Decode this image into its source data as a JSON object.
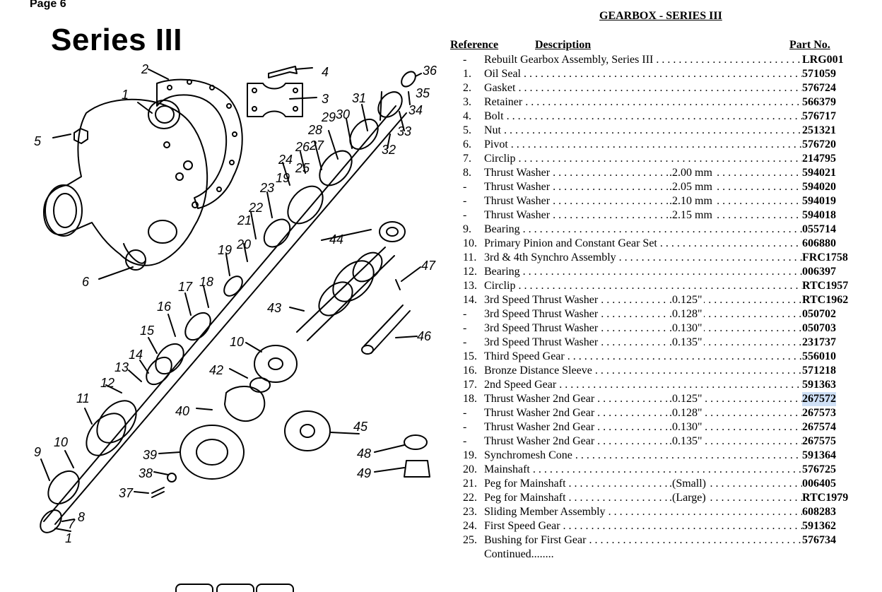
{
  "page_label": "Page 6",
  "diagram_heading": "Series III",
  "document": {
    "title": "GEARBOX - SERIES III",
    "columns": {
      "reference": "Reference",
      "description": "Description",
      "part_no": "Part No."
    }
  },
  "diagram_labels": [
    "1",
    "2",
    "3",
    "4",
    "5",
    "6",
    "7",
    "8",
    "9",
    "10",
    "11",
    "12",
    "13",
    "14",
    "15",
    "16",
    "17",
    "18",
    "19",
    "20",
    "21",
    "22",
    "23",
    "24",
    "25",
    "26",
    "27",
    "28",
    "29",
    "30",
    "31",
    "32",
    "33",
    "34",
    "35",
    "36",
    "37",
    "38",
    "39",
    "40",
    "42",
    "43",
    "44",
    "45",
    "46",
    "47",
    "48",
    "49",
    "10",
    "19",
    "1"
  ],
  "parts": [
    {
      "ref": "-",
      "desc": "Rebuilt Gearbox Assembly, Series III",
      "size": "",
      "pn": "LRG001"
    },
    {
      "ref": "1.",
      "desc": "Oil Seal",
      "size": "",
      "pn": "571059"
    },
    {
      "ref": "2.",
      "desc": "Gasket",
      "size": "",
      "pn": "576724"
    },
    {
      "ref": "3.",
      "desc": "Retainer",
      "size": "",
      "pn": "566379"
    },
    {
      "ref": "4.",
      "desc": "Bolt",
      "size": "",
      "pn": "576717"
    },
    {
      "ref": "5.",
      "desc": "Nut",
      "size": "",
      "pn": "251321"
    },
    {
      "ref": "6.",
      "desc": "Pivot",
      "size": "",
      "pn": "576720"
    },
    {
      "ref": "7.",
      "desc": "Circlip",
      "size": "",
      "pn": "214795"
    },
    {
      "ref": "8.",
      "desc": "Thrust Washer",
      "size": ".2.00 mm",
      "pn": "594021"
    },
    {
      "ref": "-",
      "desc": "Thrust Washer",
      "size": ".2.05 mm",
      "pn": "594020"
    },
    {
      "ref": "-",
      "desc": "Thrust Washer",
      "size": ".2.10 mm",
      "pn": "594019"
    },
    {
      "ref": "-",
      "desc": "Thrust Washer",
      "size": ".2.15 mm",
      "pn": "594018"
    },
    {
      "ref": "9.",
      "desc": "Bearing",
      "size": "",
      "pn": "055714"
    },
    {
      "ref": "10.",
      "desc": "Primary Pinion and Constant Gear Set",
      "size": "",
      "pn": "606880"
    },
    {
      "ref": "11.",
      "desc": "3rd & 4th Synchro Assembly",
      "size": "",
      "pn": "FRC1758"
    },
    {
      "ref": "12.",
      "desc": "Bearing",
      "size": "",
      "pn": "006397"
    },
    {
      "ref": "13.",
      "desc": "Circlip",
      "size": "",
      "pn": "RTC1957"
    },
    {
      "ref": "14.",
      "desc": "3rd Speed Thrust Washer",
      "size": ".0.125\"",
      "pn": "RTC1962"
    },
    {
      "ref": "-",
      "desc": "3rd Speed Thrust Washer",
      "size": ".0.128\"",
      "pn": "050702"
    },
    {
      "ref": "-",
      "desc": "3rd Speed Thrust Washer",
      "size": ".0.130\"",
      "pn": "050703"
    },
    {
      "ref": "-",
      "desc": "3rd Speed Thrust Washer",
      "size": ".0.135\"",
      "pn": "231737"
    },
    {
      "ref": "15.",
      "desc": "Third Speed Gear",
      "size": "",
      "pn": "556010"
    },
    {
      "ref": "16.",
      "desc": "Bronze Distance Sleeve",
      "size": "",
      "pn": "571218"
    },
    {
      "ref": "17.",
      "desc": "2nd Speed Gear",
      "size": "",
      "pn": "591363"
    },
    {
      "ref": "18.",
      "desc": "Thrust Washer 2nd Gear",
      "size": ".0.125\"",
      "pn": "267572"
    },
    {
      "ref": "-",
      "desc": "Thrust Washer 2nd Gear",
      "size": ".0.128\"",
      "pn": "267573"
    },
    {
      "ref": "-",
      "desc": "Thrust Washer 2nd Gear",
      "size": ".0.130\"",
      "pn": "267574"
    },
    {
      "ref": "-",
      "desc": "Thrust Washer 2nd Gear",
      "size": ".0.135\"",
      "pn": "267575"
    },
    {
      "ref": "19.",
      "desc": "Synchromesh Cone",
      "size": "",
      "pn": "591364"
    },
    {
      "ref": "20.",
      "desc": "Mainshaft",
      "size": "",
      "pn": "576725"
    },
    {
      "ref": "21.",
      "desc": "Peg for Mainshaft",
      "size": ".(Small)",
      "pn": "006405"
    },
    {
      "ref": "22.",
      "desc": "Peg for Mainshaft",
      "size": ".(Large)",
      "pn": "RTC1979"
    },
    {
      "ref": "23.",
      "desc": "Sliding Member Assembly",
      "size": "",
      "pn": "608283"
    },
    {
      "ref": "24.",
      "desc": "First Speed Gear",
      "size": "",
      "pn": "591362"
    },
    {
      "ref": "25.",
      "desc": "Bushing for First Gear",
      "size": "",
      "pn": "576734"
    }
  ],
  "continued": "Continued........",
  "selected_part": "267572"
}
